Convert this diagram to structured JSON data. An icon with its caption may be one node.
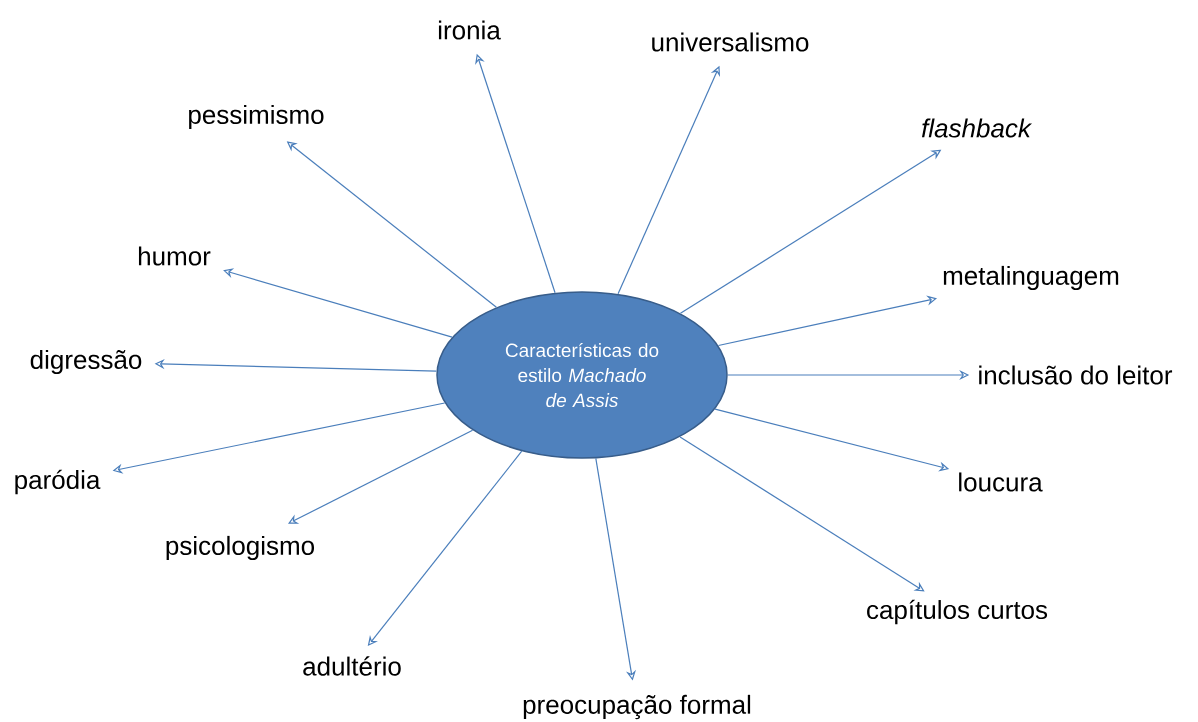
{
  "diagram": {
    "nodes": [
      {
        "text": [
          "Características do estilo *Machado de Assis*"
        ]
      },
      {
        "text": [
          "ironia"
        ]
      },
      {
        "text": [
          "universalismo"
        ]
      },
      {
        "text": [
          "pessimismo"
        ]
      },
      {
        "text": [
          "flashback"
        ]
      },
      {
        "text": [
          "humor"
        ]
      },
      {
        "text": [
          "metalinguagem"
        ]
      },
      {
        "text": [
          "digressão"
        ]
      },
      {
        "text": [
          "inclusão do leitor"
        ]
      },
      {
        "text": [
          "paródia"
        ]
      },
      {
        "text": [
          "loucura"
        ]
      },
      {
        "text": [
          "psicologismo"
        ]
      },
      {
        "text": [
          "capítulos curtos"
        ]
      },
      {
        "text": [
          "adultério"
        ]
      },
      {
        "text": [
          "preocupação formal"
        ]
      }
    ],
    "edges": [
      {
        "from": 0,
        "to": 1,
        "arrow": "to"
      },
      {
        "from": 0,
        "to": 2,
        "arrow": "to"
      },
      {
        "from": 0,
        "to": 3,
        "arrow": "to"
      },
      {
        "from": 0,
        "to": 4,
        "arrow": "to"
      },
      {
        "from": 0,
        "to": 5,
        "arrow": "to"
      },
      {
        "from": 0,
        "to": 6,
        "arrow": "to"
      },
      {
        "from": 0,
        "to": 7,
        "arrow": "to"
      },
      {
        "from": 0,
        "to": 8,
        "arrow": "to"
      },
      {
        "from": 0,
        "to": 9,
        "arrow": "to"
      },
      {
        "from": 0,
        "to": 10,
        "arrow": "to"
      },
      {
        "from": 0,
        "to": 11,
        "arrow": "to"
      },
      {
        "from": 0,
        "to": 12,
        "arrow": "to"
      },
      {
        "from": 0,
        "to": 13,
        "arrow": "to"
      },
      {
        "from": 0,
        "to": 14,
        "arrow": "to"
      }
    ]
  }
}
